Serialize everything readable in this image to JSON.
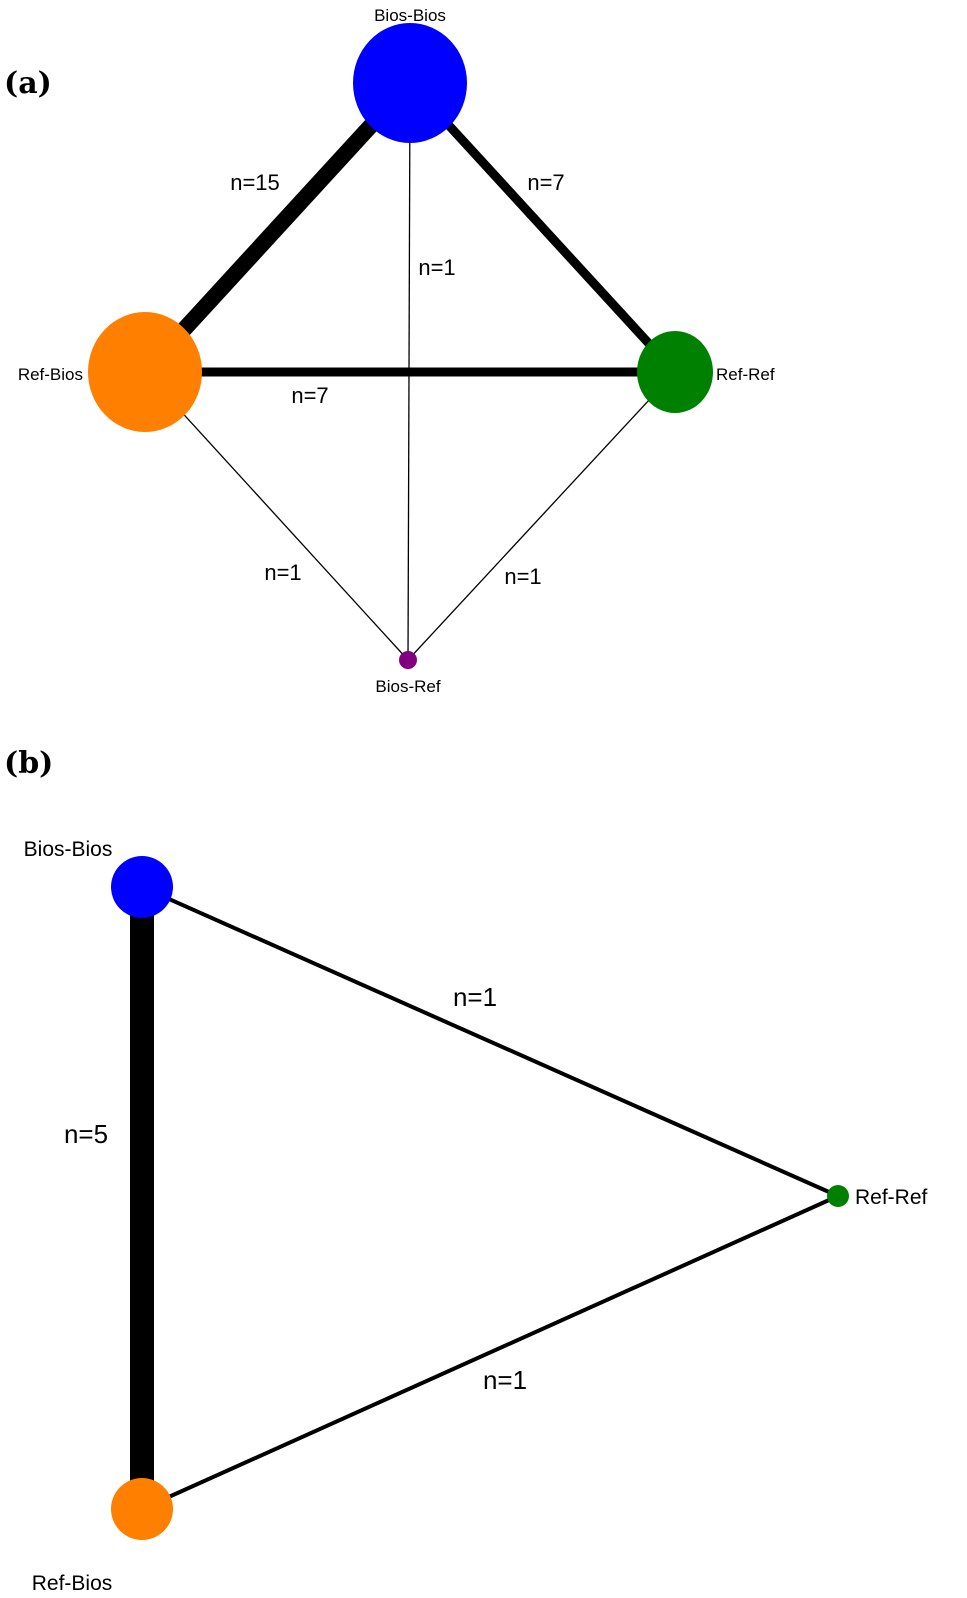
{
  "panels": [
    {
      "id": "a",
      "label": "(a)",
      "nodes": [
        {
          "id": "bb",
          "label": "Bios-Bios",
          "color": "#0000FF"
        },
        {
          "id": "rb",
          "label": "Ref-Bios",
          "color": "#FF8000"
        },
        {
          "id": "rr",
          "label": "Ref-Ref",
          "color": "#008000"
        },
        {
          "id": "br",
          "label": "Bios-Ref",
          "color": "#800080"
        }
      ],
      "edges": [
        {
          "from": "bb",
          "to": "rb",
          "n": 15,
          "label": "n=15"
        },
        {
          "from": "bb",
          "to": "rr",
          "n": 7,
          "label": "n=7"
        },
        {
          "from": "bb",
          "to": "br",
          "n": 1,
          "label": "n=1"
        },
        {
          "from": "rb",
          "to": "rr",
          "n": 7,
          "label": "n=7"
        },
        {
          "from": "rb",
          "to": "br",
          "n": 1,
          "label": "n=1"
        },
        {
          "from": "rr",
          "to": "br",
          "n": 1,
          "label": "n=1"
        }
      ]
    },
    {
      "id": "b",
      "label": "(b)",
      "nodes": [
        {
          "id": "bb",
          "label": "Bios-Bios",
          "color": "#0000FF"
        },
        {
          "id": "rr",
          "label": "Ref-Ref",
          "color": "#008000"
        },
        {
          "id": "rb",
          "label": "Ref-Bios",
          "color": "#FF8000"
        }
      ],
      "edges": [
        {
          "from": "bb",
          "to": "rb",
          "n": 5,
          "label": "n=5"
        },
        {
          "from": "bb",
          "to": "rr",
          "n": 1,
          "label": "n=1"
        },
        {
          "from": "rb",
          "to": "rr",
          "n": 1,
          "label": "n=1"
        }
      ]
    }
  ]
}
